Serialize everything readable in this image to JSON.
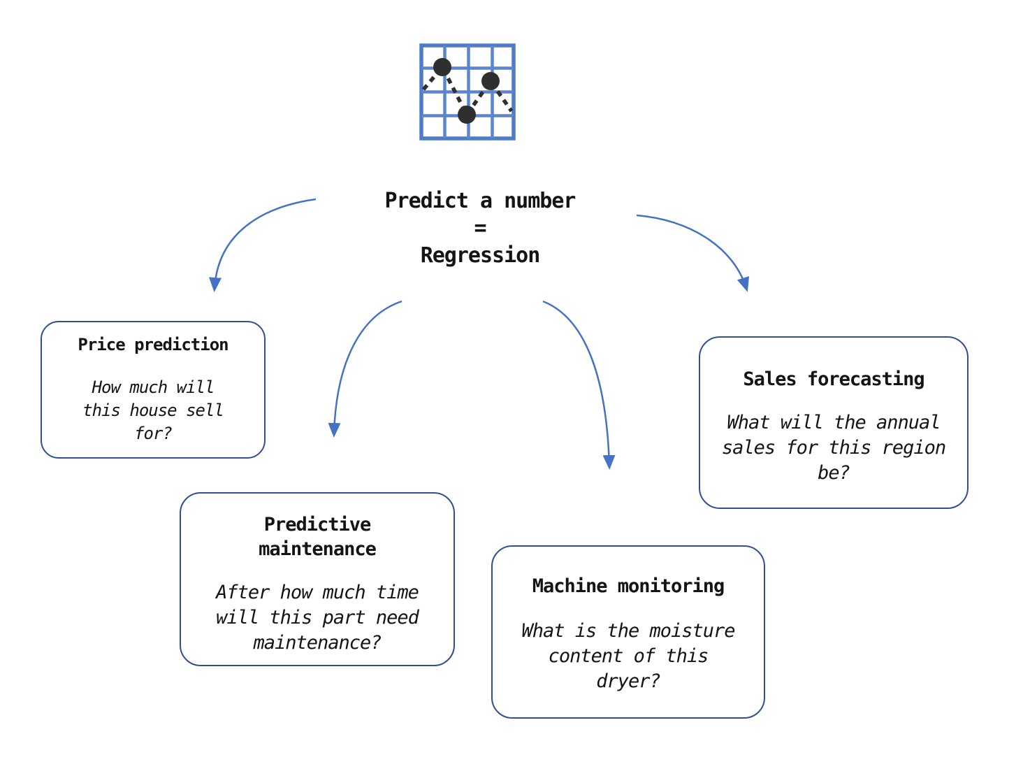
{
  "title": {
    "text": "Predict a number\n=\nRegression"
  },
  "icon": {
    "name": "line-chart-grid-icon"
  },
  "boxes": [
    {
      "title": "Price prediction",
      "question": "How much will\nthis house sell\nfor?"
    },
    {
      "title": "Predictive\nmaintenance",
      "question": "After how much time\nwill this part need\nmaintenance?"
    },
    {
      "title": "Machine monitoring",
      "question": "What is the moisture\ncontent of this\ndryer?"
    },
    {
      "title": "Sales forecasting",
      "question": "What will the annual\nsales for this region\nbe?"
    }
  ],
  "colors": {
    "arrow": "#4472C4",
    "box_border": "#2F5090",
    "icon_grid_frame": "#4F7BC7",
    "icon_grid_lines": "#5B86CF",
    "icon_points": "#2F2F2F",
    "text": "#141414"
  }
}
